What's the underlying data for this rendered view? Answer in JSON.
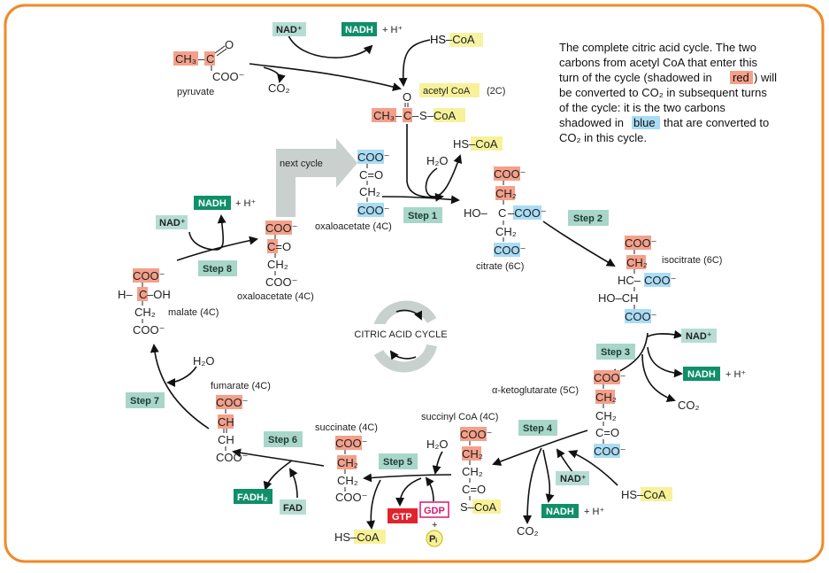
{
  "colors": {
    "frame_border": "#f08a24",
    "red_highlight": "#f4a08a",
    "blue_highlight": "#a9dcf5",
    "yellow_highlight": "#f7f29a",
    "nadh_green": "#0f8f6a",
    "nad_teal": "#b6ddd3",
    "step_box": "#a8d6c9",
    "gtp_red": "#e1232b",
    "gdp_magenta": "#d6196f",
    "gray_arrow": "#c9d0cd",
    "cycle_gray": "#c8d1cd"
  },
  "caption": {
    "line1": "The complete citric acid cycle. The two",
    "line2": "carbons from acetyl CoA that enter this",
    "line3_pre": "turn of the cycle (shadowed in",
    "red_word": "red",
    "line3_post": ") will",
    "line4": "be converted to CO₂ in subsequent turns",
    "line5": "of the cycle: it is the two carbons",
    "line6_pre": "shadowed in",
    "blue_word": "blue",
    "line6_post": "that are converted to",
    "line7": "CO₂ in this cycle."
  },
  "center": {
    "label": "CITRIC ACID CYCLE"
  },
  "next_cycle": "next cycle",
  "steps": {
    "s1": "Step 1",
    "s2": "Step 2",
    "s3": "Step 3",
    "s4": "Step 4",
    "s5": "Step 5",
    "s6": "Step 6",
    "s7": "Step 7",
    "s8": "Step 8"
  },
  "cofactors": {
    "nad_plus": "NAD⁺",
    "nadh": "NADH",
    "h_plus": "+ H⁺",
    "hs_coa": "HS–CoA",
    "co2": "CO₂",
    "h2o": "H₂O",
    "fad": "FAD",
    "fadh2": "FADH₂",
    "gtp": "GTP",
    "gdp": "GDP",
    "pi": "Pᵢ",
    "plus": "+"
  },
  "molecules": {
    "pyruvate": {
      "name": "pyruvate",
      "ch3": "CH₃",
      "c": "C",
      "o": "O",
      "coo": "COO⁻"
    },
    "acetyl_coa": {
      "name": "acetyl CoA",
      "carbons": "(2C)",
      "o": "O",
      "ch3": "CH₃",
      "c": "C",
      "sc": "S–CoA"
    },
    "oxaloacetate": {
      "name": "oxaloacetate (4C)",
      "coo": "COO⁻",
      "co": "C=O",
      "ch2": "CH₂"
    },
    "citrate": {
      "name": "citrate (6C)",
      "coo": "COO⁻",
      "ch2": "CH₂",
      "ho": "HO–",
      "c": "C",
      "coo2": "–COO⁻"
    },
    "isocitrate": {
      "name": "isocitrate (6C)",
      "coo": "COO⁻",
      "ch2": "CH₂",
      "hc": "HC–",
      "hoch": "HO–CH"
    },
    "akg": {
      "name": "α-ketoglutarate (5C)",
      "coo": "COO⁻",
      "ch2": "CH₂",
      "co": "C=O"
    },
    "succinyl_coa": {
      "name": "succinyl CoA (4C)",
      "coo": "COO⁻",
      "ch2": "CH₂",
      "co": "C=O",
      "sc": "S–CoA"
    },
    "succinate": {
      "name": "succinate (4C)",
      "coo": "COO⁻",
      "ch2": "CH₂"
    },
    "fumarate": {
      "name": "fumarate (4C)",
      "coo": "COO⁻",
      "ch": "CH"
    },
    "malate": {
      "name": "malate (4C)",
      "coo": "COO⁻",
      "hcoh_h": "H–",
      "c": "C",
      "oh": "–OH",
      "ch2": "CH₂"
    }
  }
}
